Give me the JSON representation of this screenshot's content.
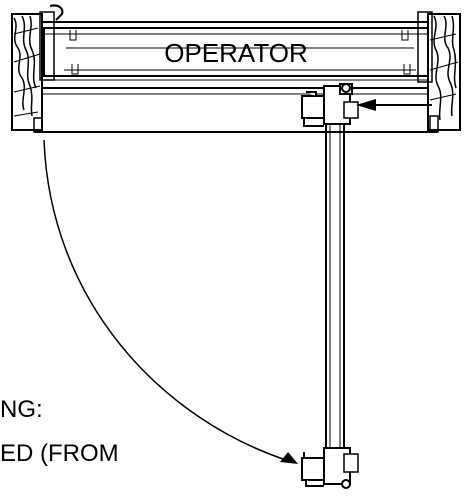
{
  "diagram": {
    "header_label": "OPERATOR",
    "caption": {
      "line1": "NG:",
      "line2": "ED (FROM"
    }
  }
}
